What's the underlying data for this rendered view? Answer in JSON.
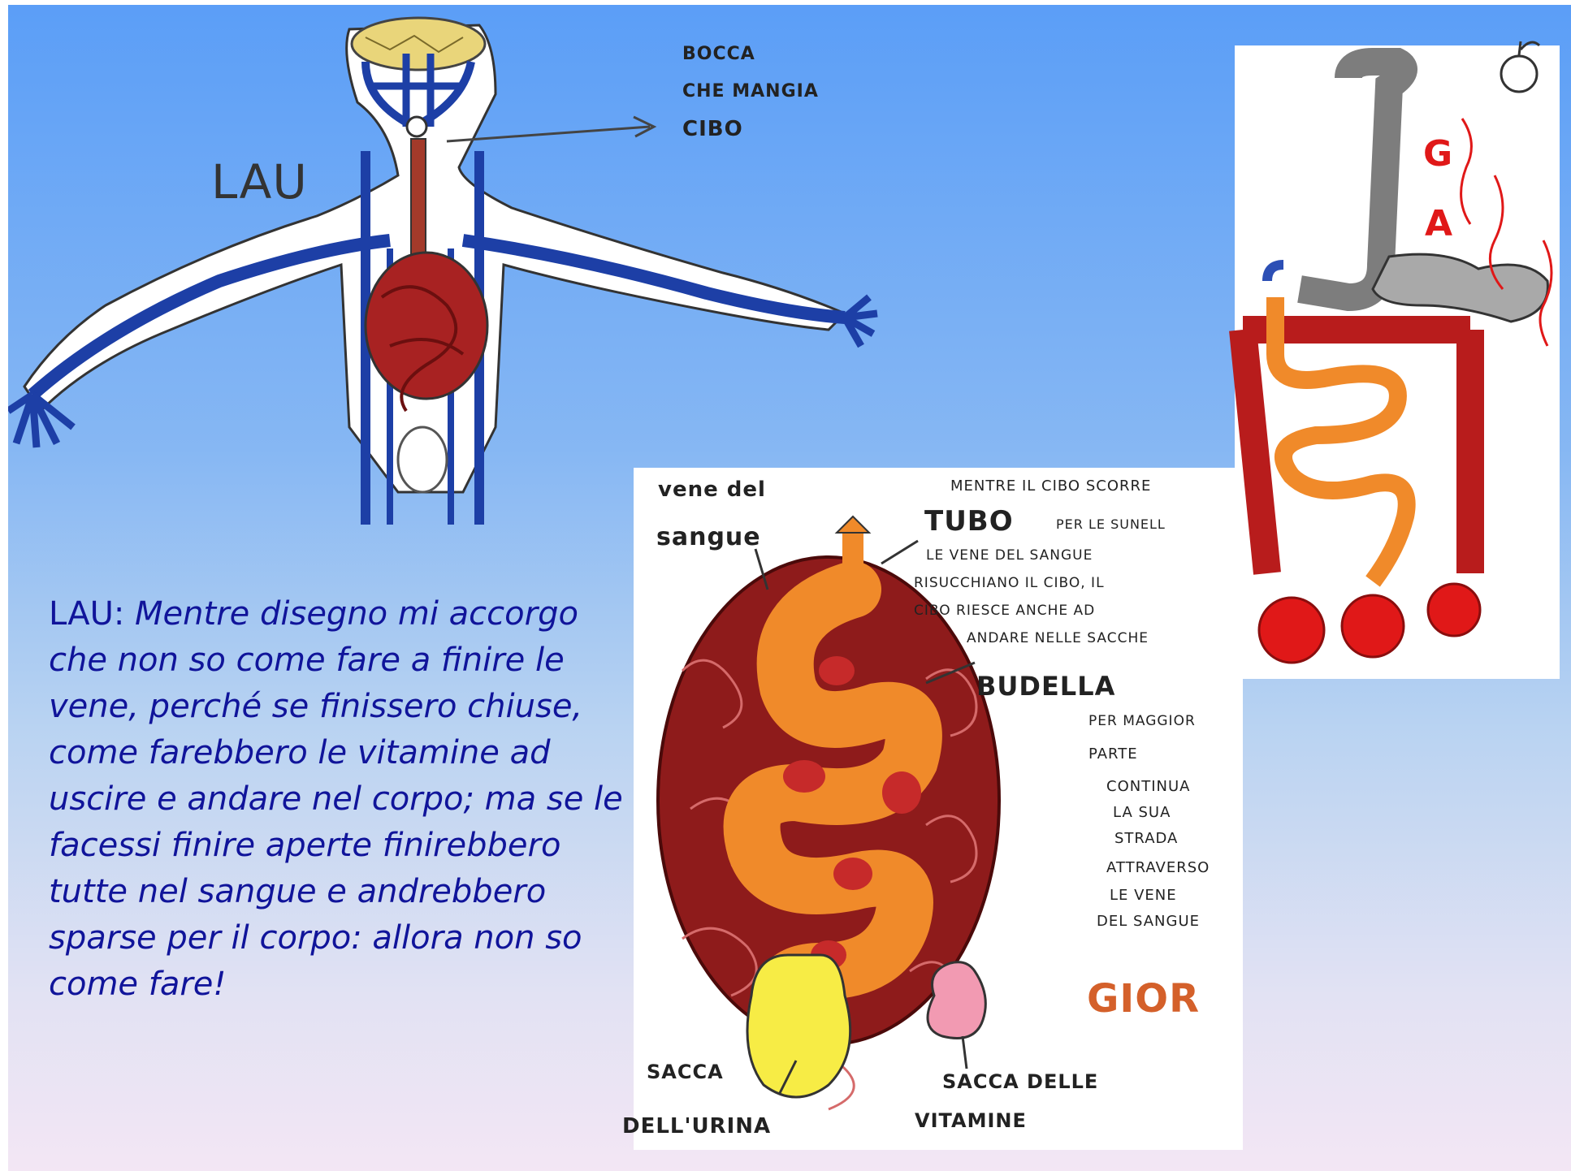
{
  "caption": {
    "speaker": "LAU: ",
    "quote": "Mentre disegno mi accorgo che non so come fare a finire le vene, perché se finissero chiuse, come farebbero le vitamine ad uscire e andare nel corpo; ma se le facessi finire aperte finirebbero tutte nel sangue e andrebbero sparse per il corpo: allora non so come fare!"
  },
  "drawing_left": {
    "author": "LAU",
    "label_mouth_line1": "BOCCA",
    "label_mouth_line2": "CHE MANGIA",
    "label_mouth_line3": "CIBO"
  },
  "drawing_right": {
    "author_letter1": "G",
    "author_letter2": "A"
  },
  "drawing_center": {
    "author": "GIOR",
    "label_veins_line1": "vene del",
    "label_veins_line2": "sangue",
    "label_top": "MENTRE IL CIBO SCORRE",
    "label_tube": "TUBO",
    "label_tube_rest1": "PER LE SUNELL",
    "label_tube_rest2": "LE VENE DEL SANGUE",
    "label_tube_rest3": "RISUCCHIANO IL CIBO, IL",
    "label_tube_rest4": "CIBO RIESCE ANCHE AD",
    "label_tube_rest5": "ANDARE NELLE SACCHE",
    "label_gut": "BUDELLA",
    "label_gut_rest1": "PER MAGGIOR",
    "label_gut_rest2": "PARTE",
    "label_gut_rest3": "CONTINUA",
    "label_gut_rest4": "LA SUA",
    "label_gut_rest5": "STRADA",
    "label_gut_rest6": "ATTRAVERSO",
    "label_gut_rest7": "LE VENE",
    "label_gut_rest8": "DEL SANGUE",
    "label_urine_line1": "SACCA",
    "label_urine_line2": "DELL'URINA",
    "label_vitamins_line1": "SACCA DELLE",
    "label_vitamins_line2": "VITAMINE"
  },
  "colors": {
    "caption_text": "#10149a",
    "vein_blue": "#1d3fa6",
    "intestine_red": "#a82222",
    "orange": "#f08a2a",
    "brain_yellow": "#e9d57a",
    "grey": "#9a9a9a",
    "bright_red": "#e01818",
    "yellow_sac": "#f7ec45",
    "pink_sac": "#f29ab2"
  }
}
